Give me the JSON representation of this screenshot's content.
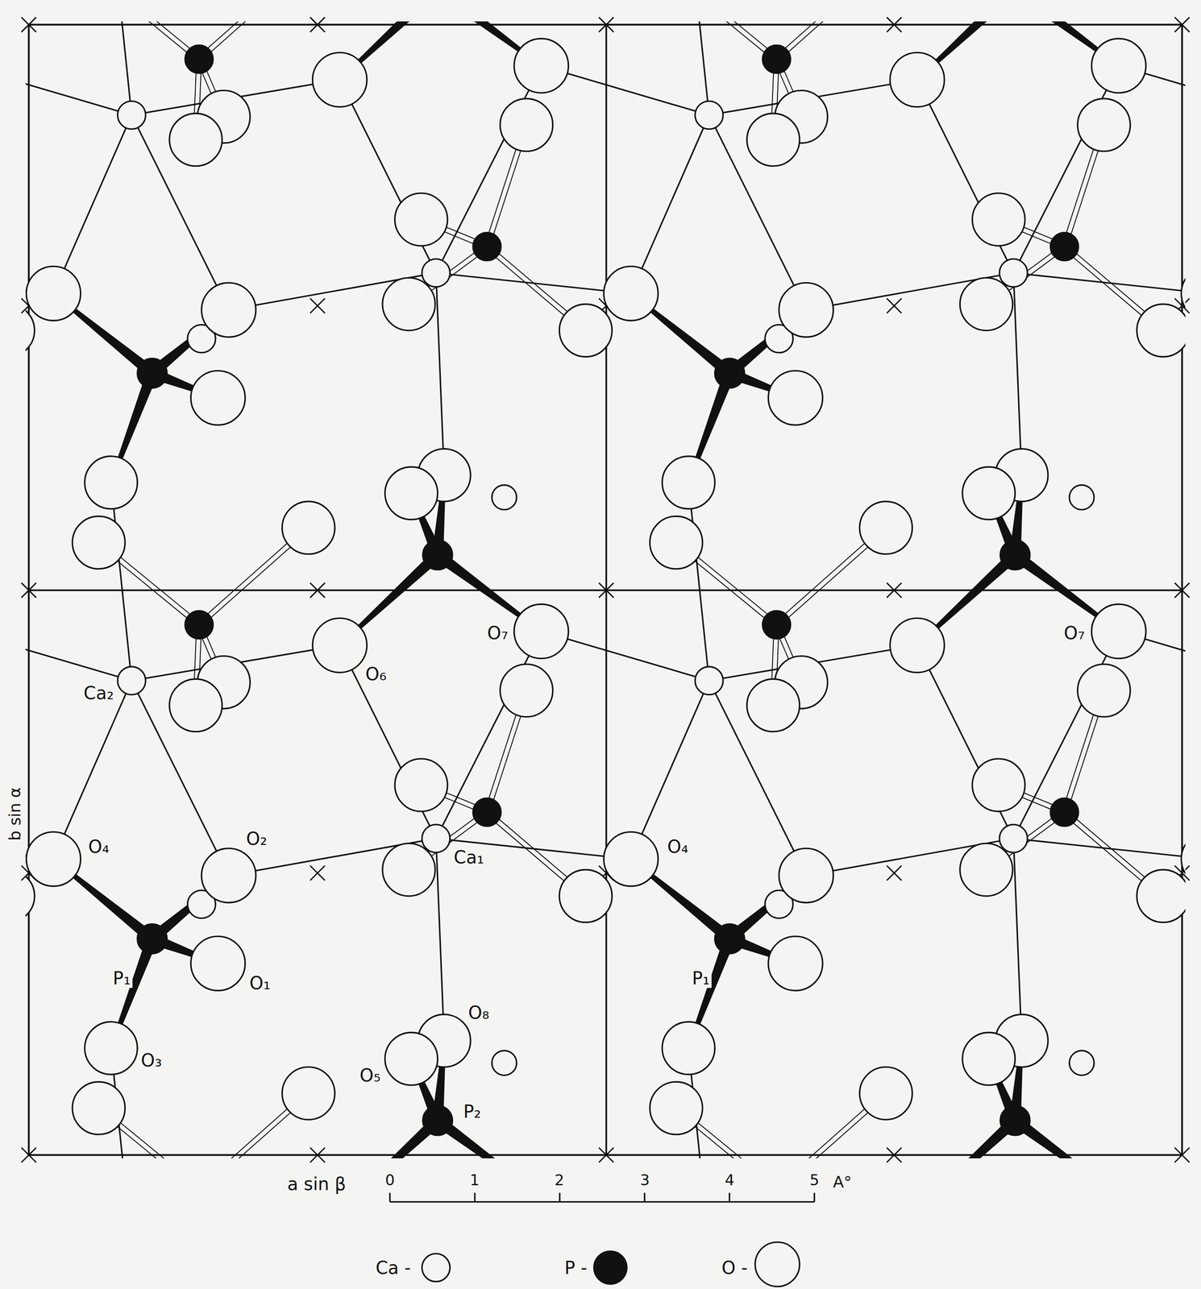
{
  "diagram": {
    "labels": [
      "Ca₂",
      "O₄",
      "O₂",
      "P₁",
      "O₁",
      "O₃",
      "O₈",
      "O₅",
      "P₂",
      "Ca₁",
      "O₆",
      "O₇",
      "O₄",
      "P₁",
      "O₇",
      "b sin α",
      "a sin β",
      "0",
      "1",
      "2",
      "3",
      "4",
      "5",
      "A°"
    ],
    "legend": [
      {
        "text": "Ca -"
      },
      {
        "text": "P -"
      },
      {
        "text": "O -"
      }
    ]
  }
}
